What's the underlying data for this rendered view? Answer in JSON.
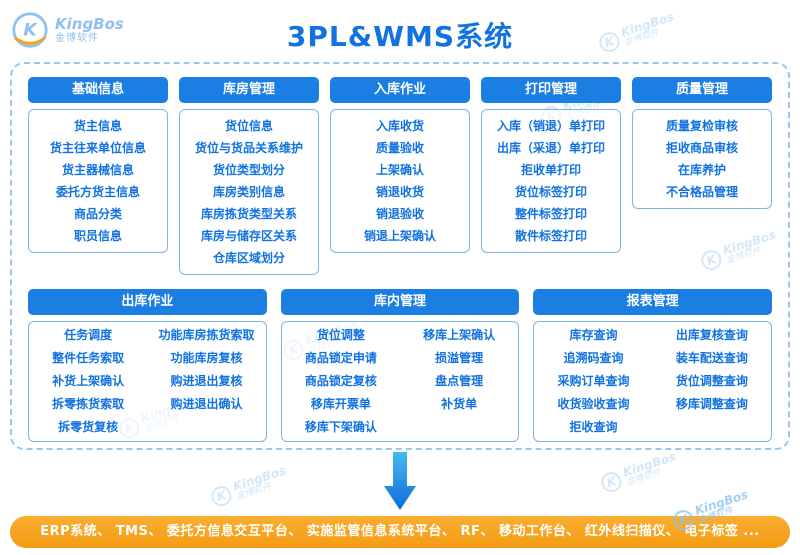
{
  "title": "3PL&WMS系统",
  "logo": {
    "brand": "KingBos",
    "sub": "金博软件"
  },
  "watermark": {
    "brand": "KingBos",
    "sub": "金博软件"
  },
  "colors": {
    "primary_blue": "#1273e0",
    "header_blue": "#1a7ee3",
    "border_blue": "#7fb3e8",
    "dashed_border": "#9cc6ee",
    "orange": "#f5a21c"
  },
  "modules_row1": [
    {
      "header": "基础信息",
      "items": [
        "货主信息",
        "货主往来单位信息",
        "货主器械信息",
        "委托方货主信息",
        "商品分类",
        "职员信息"
      ]
    },
    {
      "header": "库房管理",
      "items": [
        "货位信息",
        "货位与货品关系维护",
        "货位类型划分",
        "库房类别信息",
        "库房拣货类型关系",
        "库房与储存区关系",
        "仓库区域划分"
      ]
    },
    {
      "header": "入库作业",
      "items": [
        "入库收货",
        "质量验收",
        "上架确认",
        "销退收货",
        "销退验收",
        "销退上架确认"
      ]
    },
    {
      "header": "打印管理",
      "items": [
        "入库（销退）单打印",
        "出库（采退）单打印",
        "拒收单打印",
        "货位标签打印",
        "整件标签打印",
        "散件标签打印"
      ]
    },
    {
      "header": "质量管理",
      "items": [
        "质量复检审核",
        "拒收商品审核",
        "在库养护",
        "不合格品管理"
      ]
    }
  ],
  "modules_row2": [
    {
      "header": "出库作业",
      "col1": [
        "任务调度",
        "整件任务索取",
        "补货上架确认",
        "拆零拣货索取",
        "拆零货复核"
      ],
      "col2": [
        "功能库房拣货索取",
        "功能库房复核",
        "购进退出复核",
        "购进退出确认"
      ]
    },
    {
      "header": "库内管理",
      "col1": [
        "货位调整",
        "商品锁定申请",
        "商品锁定复核",
        "移库开票单",
        "移库下架确认"
      ],
      "col2": [
        "移库上架确认",
        "损溢管理",
        "盘点管理",
        "补货单"
      ]
    },
    {
      "header": "报表管理",
      "col1": [
        "库存查询",
        "追溯码查询",
        "采购订单查询",
        "收货验收查询",
        "拒收查询"
      ],
      "col2": [
        "出库复核查询",
        "装车配送查询",
        "货位调整查询",
        "移库调整查询"
      ]
    }
  ],
  "footer_text": "ERP系统、 TMS、 委托方信息交互平台、 实施监管信息系统平台、 RF、 移动工作台、 红外线扫描仪、 电子标签   ..."
}
